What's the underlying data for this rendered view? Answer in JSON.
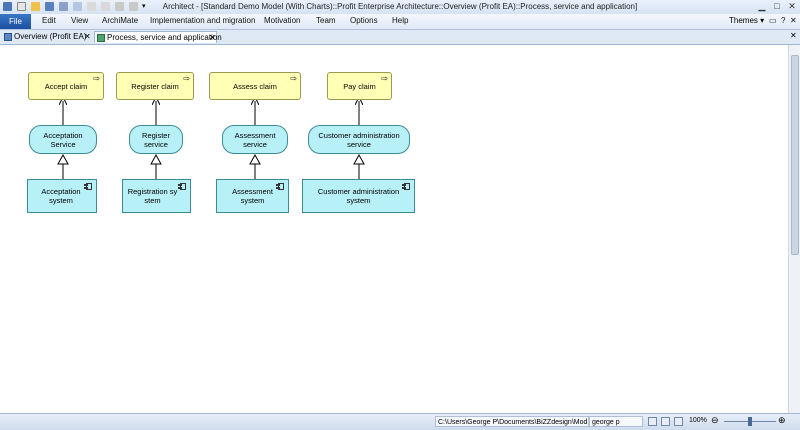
{
  "window": {
    "title": "Architect - [Standard Demo Model (With Charts)::Profit Enterprise Architecture::Overview (Profit EA)::Process, service and application]"
  },
  "menu": {
    "file": "File",
    "items": [
      "Edit",
      "View",
      "ArchiMate",
      "Implementation and migration",
      "Motivation",
      "Team",
      "Options",
      "Help"
    ],
    "themes": "Themes"
  },
  "tabs": [
    {
      "label": "Overview (Profit EA)"
    },
    {
      "label": "Process, service and application"
    }
  ],
  "diagram": {
    "processes": [
      "Accept claim",
      "Register claim",
      "Assess claim",
      "Pay claim"
    ],
    "services": [
      "Acceptation Service",
      "Register service",
      "Assessment service",
      "Customer administration service"
    ],
    "applications": [
      "Acceptation system",
      "Registration system",
      "Assessment system",
      "Customer administration system"
    ]
  },
  "status": {
    "path": "C:\\Users\\George P\\Documents\\BiZZdesign\\Mod",
    "user": "george p",
    "zoom": "100%"
  }
}
